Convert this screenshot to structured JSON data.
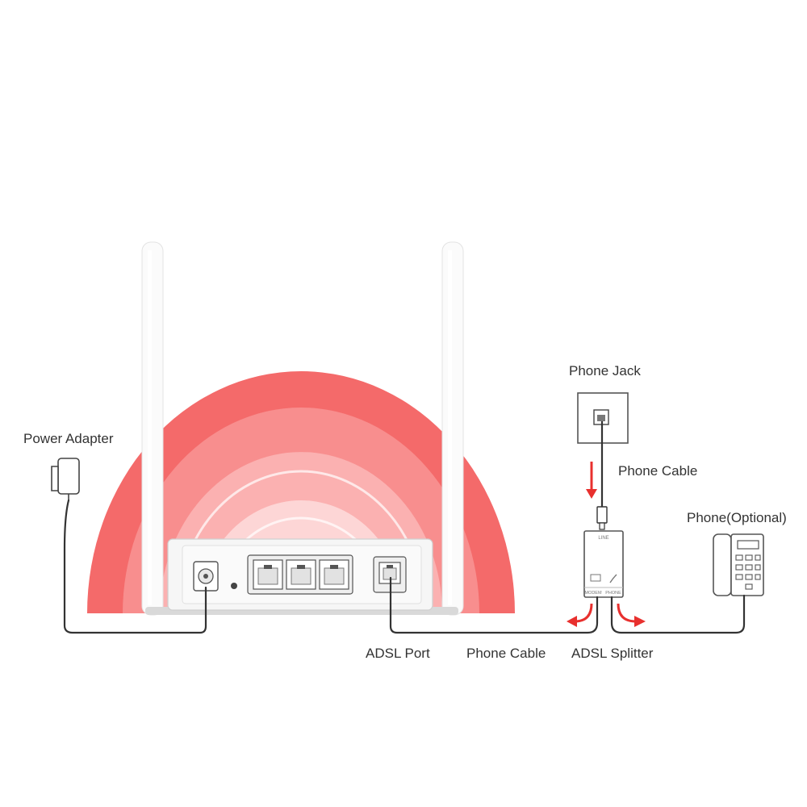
{
  "labels": {
    "power_adapter": "Power Adapter",
    "phone_jack": "Phone Jack",
    "phone_cable_top": "Phone Cable",
    "phone_optional": "Phone(Optional)",
    "adsl_port": "ADSL Port",
    "phone_cable_bottom": "Phone Cable",
    "adsl_splitter": "ADSL Splitter"
  },
  "splitter_port_labels": {
    "top": "LINE",
    "bottom_left": "MODEM",
    "bottom_right": "PHONE"
  },
  "colors": {
    "signal_outer": "#f46a6a",
    "signal_mid": "#f88e8e",
    "signal_inner": "#fbb1b1",
    "signal_core": "#fdd6d6",
    "arrow": "#e8302e",
    "device": "#f6f6f6",
    "outline": "#555555",
    "cable": "#333333"
  },
  "icons": {
    "router": "router-rear-view",
    "adapter": "power-adapter-icon",
    "jack": "phone-jack-icon",
    "splitter": "adsl-splitter-icon",
    "phone": "desk-phone-icon"
  }
}
